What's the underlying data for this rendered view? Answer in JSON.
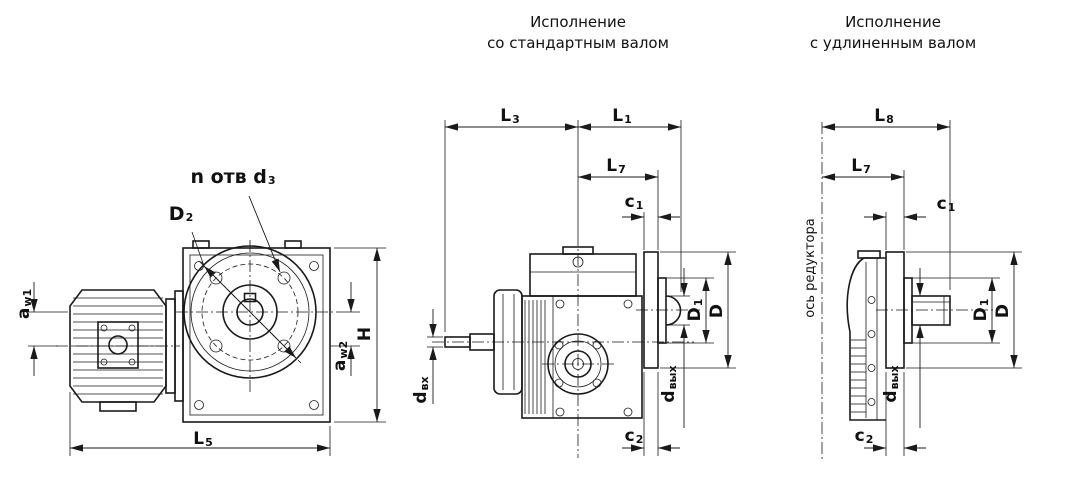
{
  "view_titles": {
    "standard": {
      "line1": "Исполнение",
      "line2": "со стандартным валом"
    },
    "extended": {
      "line1": "Исполнение",
      "line2": "с удлиненным валом"
    }
  },
  "front_view": {
    "holes_note": {
      "base": "n отв d",
      "sub": "3"
    },
    "D2": {
      "base": "D",
      "sub": "2"
    },
    "aw1": {
      "base": "a",
      "sub": "w1"
    },
    "aw2": {
      "base": "a",
      "sub": "w2"
    },
    "H": {
      "base": "H"
    },
    "L5": {
      "base": "L",
      "sub": "5"
    }
  },
  "standard_shaft_view": {
    "L3": {
      "base": "L",
      "sub": "3"
    },
    "L1": {
      "base": "L",
      "sub": "1"
    },
    "L7": {
      "base": "L",
      "sub": "7"
    },
    "c1": {
      "base": "c",
      "sub": "1"
    },
    "D1": {
      "base": "D",
      "sub": "1"
    },
    "D": {
      "base": "D"
    },
    "d_in": {
      "base": "d",
      "sub": "вх"
    },
    "d_out": {
      "base": "d",
      "sub": "вых"
    },
    "c2": {
      "base": "c",
      "sub": "2"
    }
  },
  "extended_shaft_view": {
    "L8": {
      "base": "L",
      "sub": "8"
    },
    "L7": {
      "base": "L",
      "sub": "7"
    },
    "c1": {
      "base": "c",
      "sub": "1"
    },
    "axis_note": "ось редуктора",
    "D1": {
      "base": "D",
      "sub": "1"
    },
    "D": {
      "base": "D"
    },
    "d_out": {
      "base": "d",
      "sub": "вых"
    },
    "c2": {
      "base": "c",
      "sub": "2"
    }
  },
  "colors": {
    "line": "#1a1a1a",
    "background": "#ffffff"
  }
}
